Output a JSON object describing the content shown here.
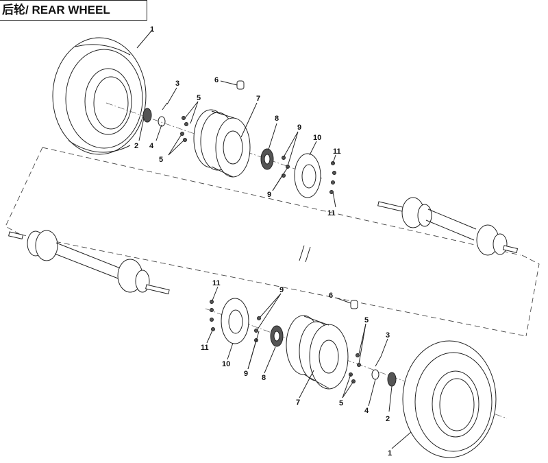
{
  "title": "后轮/ REAR WHEEL",
  "callouts": {
    "upper": {
      "c1": "1",
      "c2": "2",
      "c3": "3",
      "c4": "4",
      "c5a": "5",
      "c5b": "5",
      "c6": "6",
      "c7": "7",
      "c8": "8",
      "c9a": "9",
      "c9b": "9",
      "c10": "10",
      "c11a": "11",
      "c11b": "11"
    },
    "lower": {
      "c1": "1",
      "c2": "2",
      "c3": "3",
      "c4": "4",
      "c5a": "5",
      "c5b": "5",
      "c6": "6",
      "c7": "7",
      "c8": "8",
      "c9a": "9",
      "c9b": "9",
      "c10": "10",
      "c11a": "11",
      "c11b": "11"
    }
  }
}
